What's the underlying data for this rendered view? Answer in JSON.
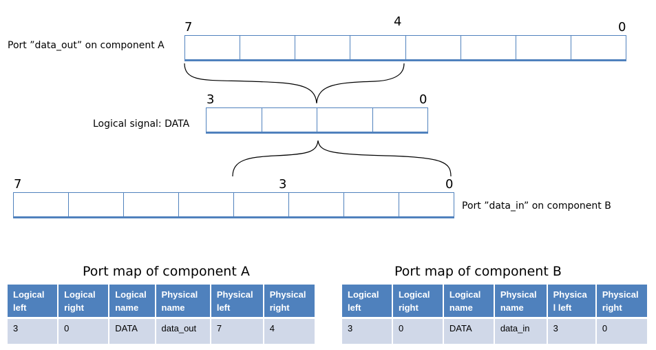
{
  "diagram": {
    "port_a": {
      "label": "Port ”data_out” on component A",
      "index_left": "7",
      "index_mid": "4",
      "index_right": "0",
      "bits": 8
    },
    "logical": {
      "label": "Logical signal:  DATA",
      "index_left": "3",
      "index_right": "0",
      "bits": 4
    },
    "port_b": {
      "label": "Port ”data_in” on component B",
      "index_left": "7",
      "index_mid": "3",
      "index_right": "0",
      "bits": 8
    }
  },
  "tables": [
    {
      "title": "Port map of component A",
      "headers": [
        [
          "Logical",
          "left"
        ],
        [
          "Logical",
          "right"
        ],
        [
          "Logical",
          "name"
        ],
        [
          "Physical",
          "name"
        ],
        [
          "Physical",
          "left"
        ],
        [
          "Physical",
          "right"
        ]
      ],
      "row": [
        "3",
        "0",
        "DATA",
        "data_out",
        "7",
        "4"
      ]
    },
    {
      "title": "Port map of component B",
      "headers": [
        [
          "Logical",
          "left"
        ],
        [
          "Logical",
          "right"
        ],
        [
          "Logical",
          "name"
        ],
        [
          "Physical",
          "name"
        ],
        [
          "Physica",
          "l left"
        ],
        [
          "Physical",
          "right"
        ]
      ],
      "row": [
        "3",
        "0",
        "DATA",
        "data_in",
        "3",
        "0"
      ]
    }
  ],
  "colors": {
    "accent": "#4f81bd",
    "table_row": "#d0d8e8"
  }
}
